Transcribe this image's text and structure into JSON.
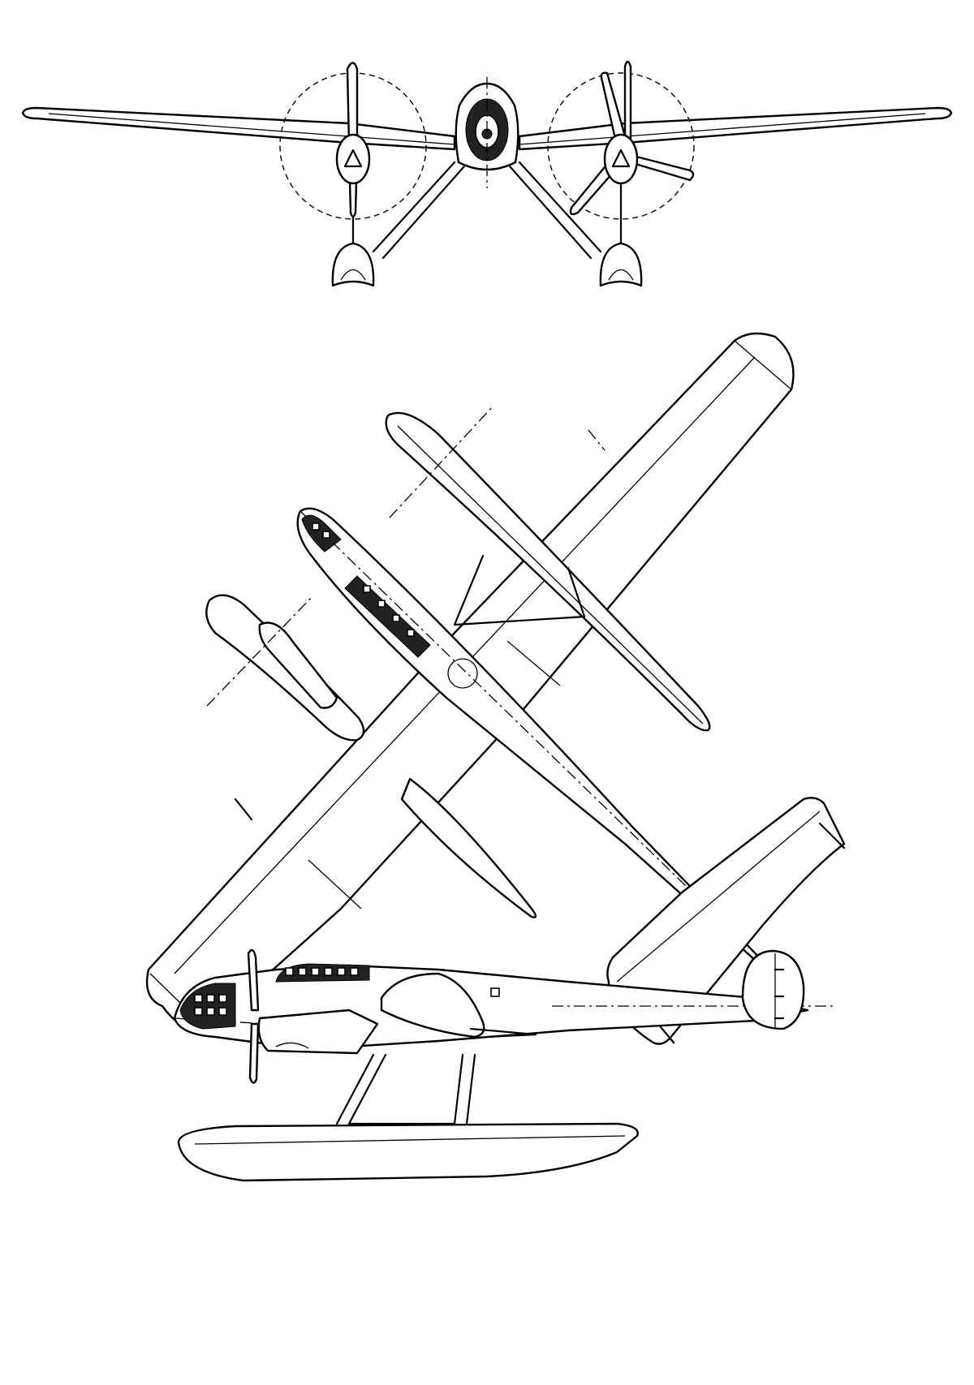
{
  "drawing": {
    "views": [
      "front-view",
      "plan-view",
      "side-view"
    ],
    "line_color": "#000000",
    "background": "#ffffff",
    "labels": []
  }
}
